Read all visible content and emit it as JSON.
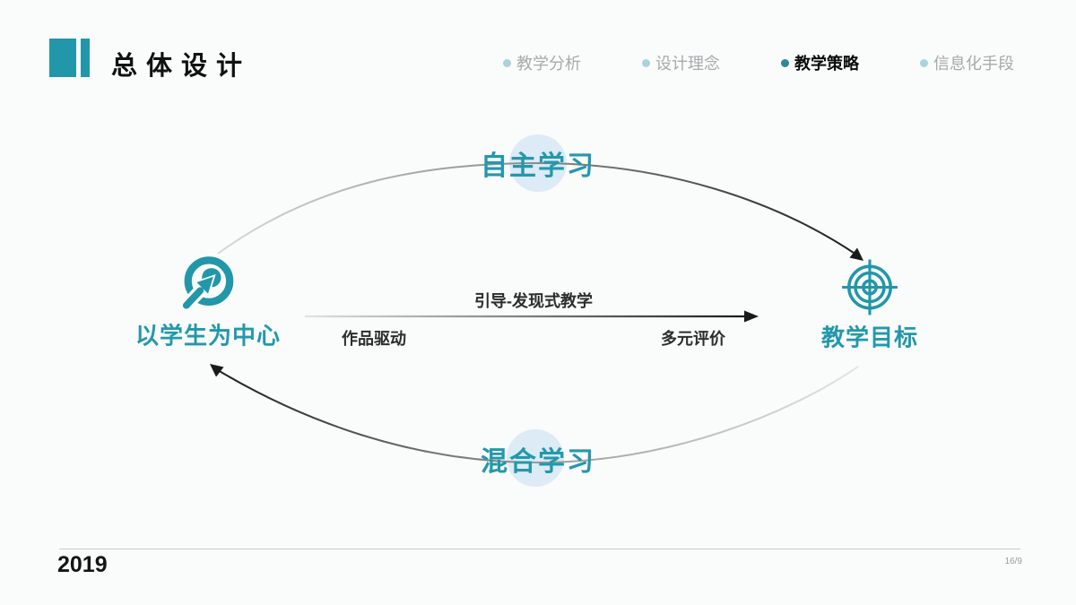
{
  "colors": {
    "accent_teal": "#2197A9",
    "halo_blue": "#DCEBF6",
    "nav_inactive_text": "#A7A9AC",
    "nav_inactive_dot": "#A9D3DD",
    "nav_active_dot": "#2B86A0",
    "arrow_dark": "#1A1A1A",
    "background": "#FAFBFB"
  },
  "header": {
    "title": "总体设计",
    "nav": [
      {
        "label": "教学分析",
        "active": false
      },
      {
        "label": "设计理念",
        "active": false
      },
      {
        "label": "教学策略",
        "active": true
      },
      {
        "label": "信息化手段",
        "active": false
      }
    ]
  },
  "diagram": {
    "top_loop_label": "自主学习",
    "bottom_loop_label": "混合学习",
    "left_node": {
      "label": "以学生为中心",
      "icon": "dart-hit-target-icon"
    },
    "right_node": {
      "label": "教学目标",
      "icon": "crosshair-target-icon"
    },
    "center_flow": {
      "above_label": "引导-发现式教学",
      "left_below_label": "作品驱动",
      "right_below_label": "多元评价"
    }
  },
  "footer": {
    "year": "2019",
    "aspect_ratio": "16/9"
  }
}
